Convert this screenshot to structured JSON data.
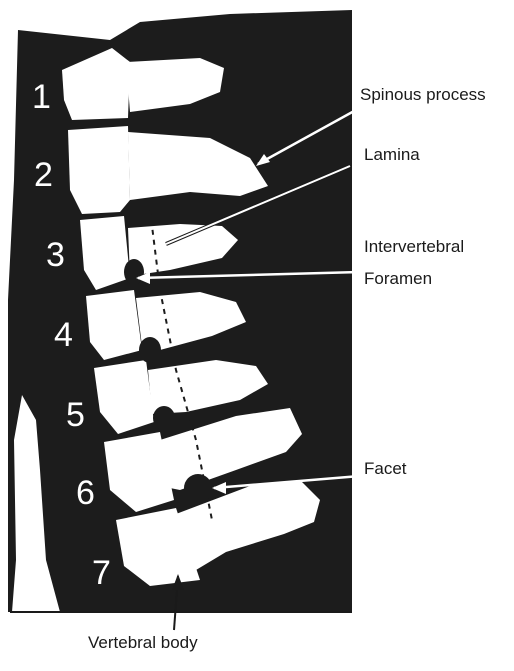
{
  "vertebra_numbers": [
    "1",
    "2",
    "3",
    "4",
    "5",
    "6",
    "7"
  ],
  "labels": {
    "spinous_process": "Spinous process",
    "lamina": "Lamina",
    "intervertebral_line1": "Intervertebral",
    "intervertebral_line2": "Foramen",
    "facet": "Facet",
    "vertebral_body": "Vertebral body"
  },
  "colors": {
    "background": "#1c1c1c",
    "bone": "#ffffff",
    "text": "#1a1a1a"
  }
}
